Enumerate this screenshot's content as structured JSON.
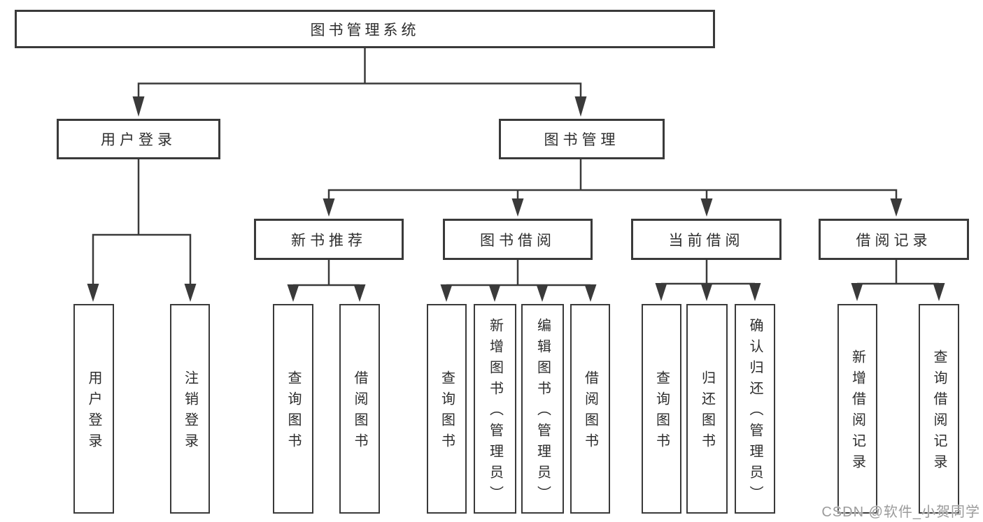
{
  "diagram": {
    "title": "图书管理系统",
    "level2": [
      "用户登录",
      "图书管理"
    ],
    "level3": [
      "新书推荐",
      "图书借阅",
      "当前借阅",
      "借阅记录"
    ],
    "leaves": [
      "用户登录",
      "注销登录",
      "查询图书",
      "借阅图书",
      "查询图书",
      "新增图书（管理员）",
      "编辑图书（管理员）",
      "借阅图书",
      "查询图书",
      "归还图书",
      "确认归还（管理员）",
      "新增借阅记录",
      "查询借阅记录"
    ],
    "hierarchy": {
      "图书管理系统": {
        "用户登录": [
          "用户登录",
          "注销登录"
        ],
        "图书管理": {
          "新书推荐": [
            "查询图书",
            "借阅图书"
          ],
          "图书借阅": [
            "查询图书",
            "新增图书（管理员）",
            "编辑图书（管理员）",
            "借阅图书"
          ],
          "当前借阅": [
            "查询图书",
            "归还图书",
            "确认归还（管理员）"
          ],
          "借阅记录": [
            "新增借阅记录",
            "查询借阅记录"
          ]
        }
      }
    }
  },
  "watermark": "CSDN @软件_小贺同学",
  "colors": {
    "line": "#3a3a3a",
    "text": "#2d2d2d",
    "watermark": "#9b9b9b",
    "background": "#ffffff"
  }
}
